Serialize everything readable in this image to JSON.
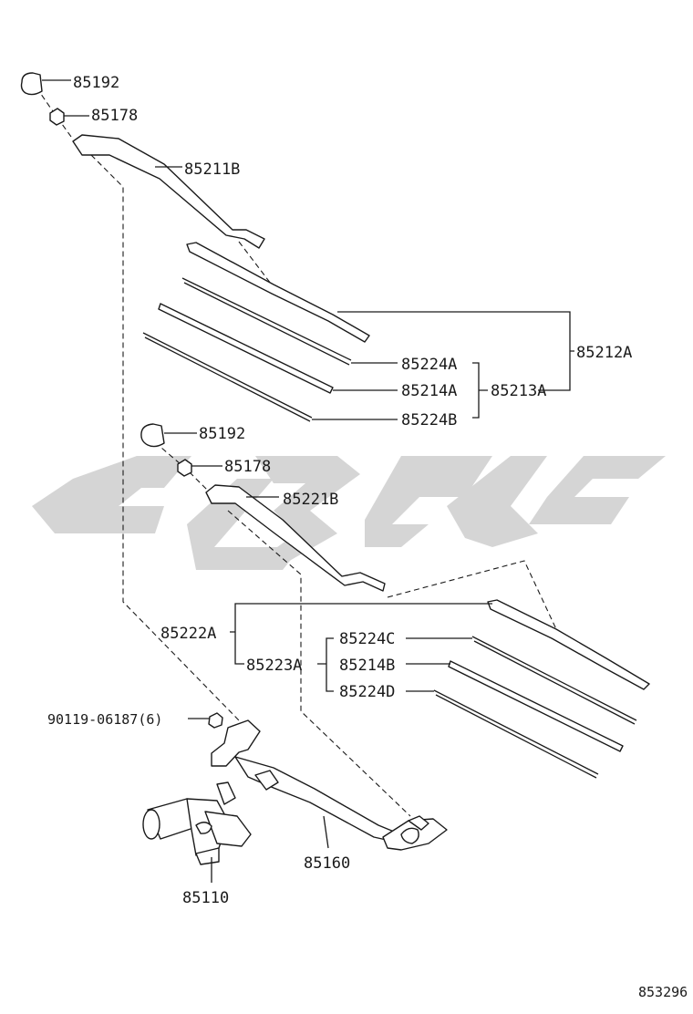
{
  "watermark": {
    "color": "#d5d5d5"
  },
  "figure_id": "853296",
  "parts": {
    "cap_upper": "85192",
    "nut_upper": "85178",
    "arm_left": "85211B",
    "blade_assy_left": "85212A",
    "insert_a": "85224A",
    "rubber_a": "85214A",
    "blade_left": "85213A",
    "insert_b": "85224B",
    "cap_lower": "85192",
    "nut_lower": "85178",
    "arm_right": "85221B",
    "blade_assy_right": "85222A",
    "blade_right": "85223A",
    "insert_c": "85224C",
    "rubber_b": "85214B",
    "insert_d": "85224D",
    "bolt": "90119-06187(6)",
    "link": "85160",
    "motor": "85110"
  }
}
